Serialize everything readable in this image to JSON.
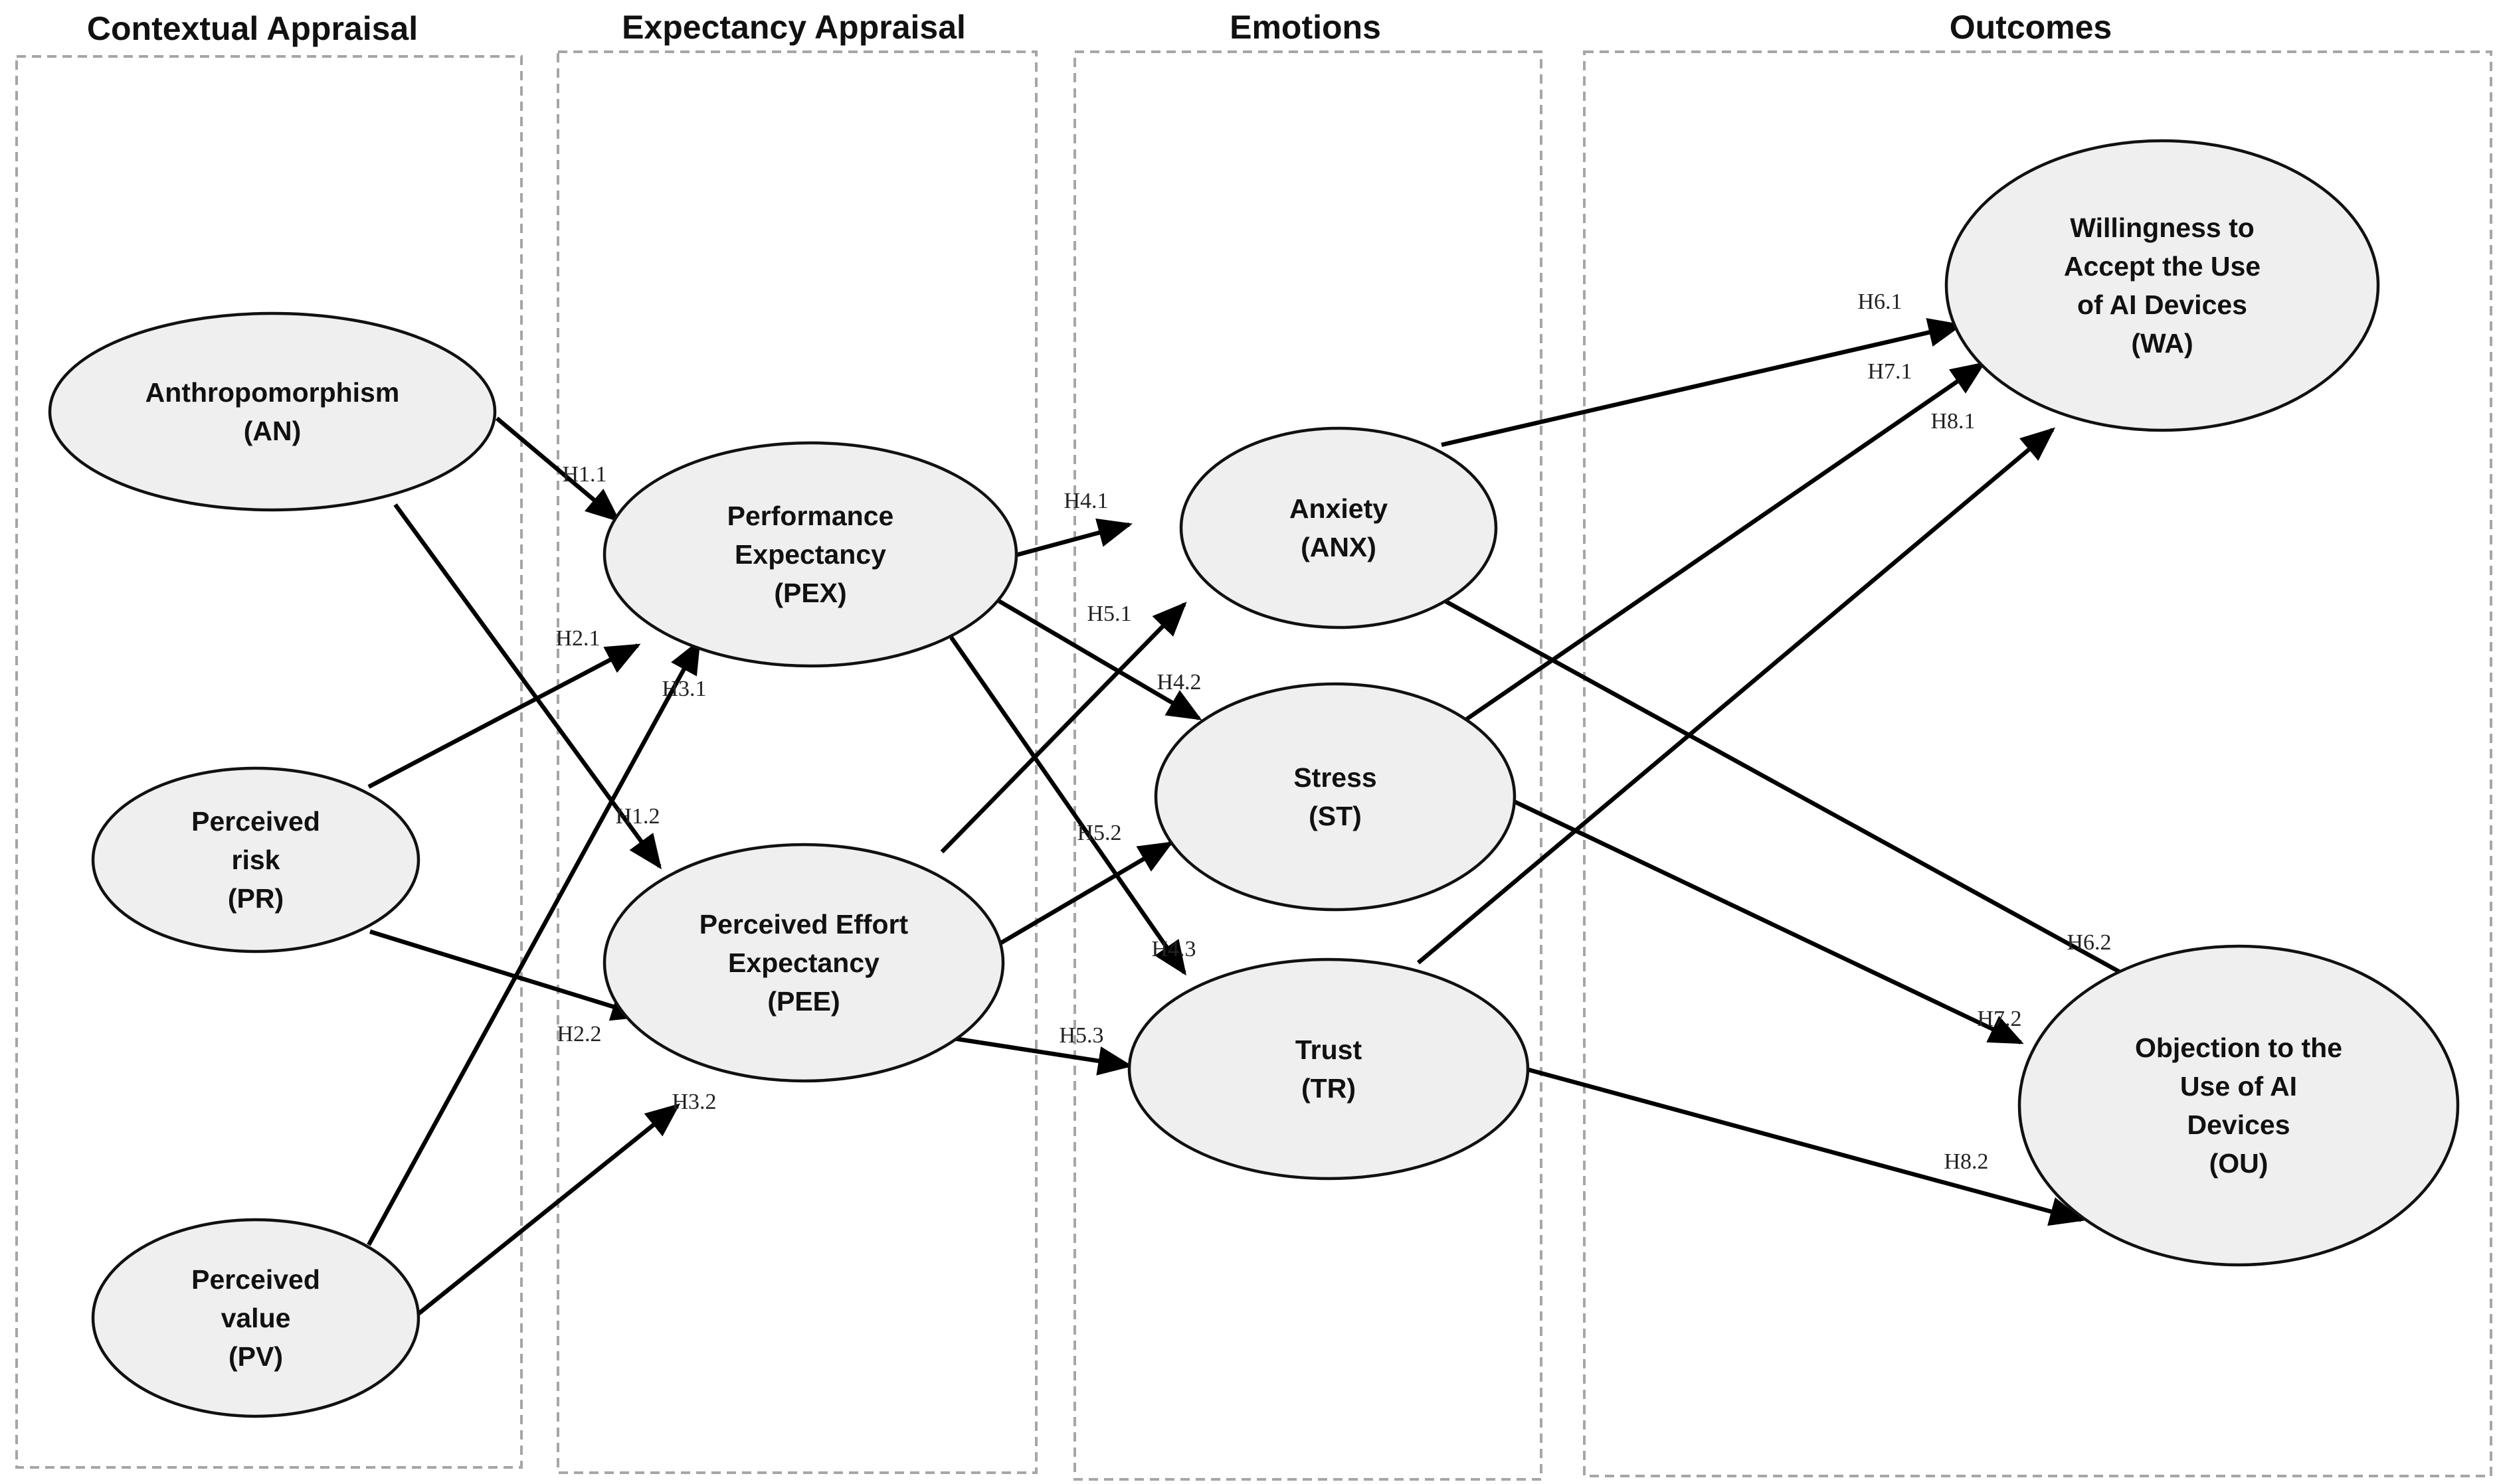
{
  "columns": [
    {
      "id": "contextual",
      "title": "Contextual Appraisal"
    },
    {
      "id": "expectancy",
      "title": "Expectancy Appraisal"
    },
    {
      "id": "emotions",
      "title": "Emotions"
    },
    {
      "id": "outcomes",
      "title": "Outcomes"
    }
  ],
  "nodes": [
    {
      "id": "AN",
      "lines": [
        "Anthropomorphism",
        "(AN)"
      ]
    },
    {
      "id": "PR",
      "lines": [
        "Perceived",
        "risk",
        "(PR)"
      ]
    },
    {
      "id": "PV",
      "lines": [
        "Perceived",
        "value",
        "(PV)"
      ]
    },
    {
      "id": "PEX",
      "lines": [
        "Performance",
        "Expectancy",
        "(PEX)"
      ]
    },
    {
      "id": "PEE",
      "lines": [
        "Perceived Effort",
        "Expectancy",
        "(PEE)"
      ]
    },
    {
      "id": "ANX",
      "lines": [
        "Anxiety",
        "(ANX)"
      ]
    },
    {
      "id": "ST",
      "lines": [
        "Stress",
        "(ST)"
      ]
    },
    {
      "id": "TR",
      "lines": [
        "Trust",
        "(TR)"
      ]
    },
    {
      "id": "WA",
      "lines": [
        "Willingness to",
        "Accept the Use",
        "of AI Devices",
        "(WA)"
      ]
    },
    {
      "id": "OU",
      "lines": [
        "Objection to the",
        "Use of AI",
        "Devices",
        "(OU)"
      ]
    }
  ],
  "edges": [
    {
      "label": "H1.1",
      "from": "AN",
      "to": "PEX"
    },
    {
      "label": "H1.2",
      "from": "AN",
      "to": "PEE"
    },
    {
      "label": "H2.1",
      "from": "PR",
      "to": "PEX"
    },
    {
      "label": "H2.2",
      "from": "PR",
      "to": "PEE"
    },
    {
      "label": "H3.1",
      "from": "PV",
      "to": "PEX"
    },
    {
      "label": "H3.2",
      "from": "PV",
      "to": "PEE"
    },
    {
      "label": "H4.1",
      "from": "PEX",
      "to": "ANX"
    },
    {
      "label": "H4.2",
      "from": "PEX",
      "to": "ST"
    },
    {
      "label": "H4.3",
      "from": "PEX",
      "to": "TR"
    },
    {
      "label": "H5.1",
      "from": "PEE",
      "to": "ANX"
    },
    {
      "label": "H5.2",
      "from": "PEE",
      "to": "ST"
    },
    {
      "label": "H5.3",
      "from": "PEE",
      "to": "TR"
    },
    {
      "label": "H6.1",
      "from": "ANX",
      "to": "WA"
    },
    {
      "label": "H6.2",
      "from": "ANX",
      "to": "OU"
    },
    {
      "label": "H7.1",
      "from": "ST",
      "to": "WA"
    },
    {
      "label": "H7.2",
      "from": "ST",
      "to": "OU"
    },
    {
      "label": "H8.1",
      "from": "TR",
      "to": "WA"
    },
    {
      "label": "H8.2",
      "from": "TR",
      "to": "OU"
    }
  ]
}
